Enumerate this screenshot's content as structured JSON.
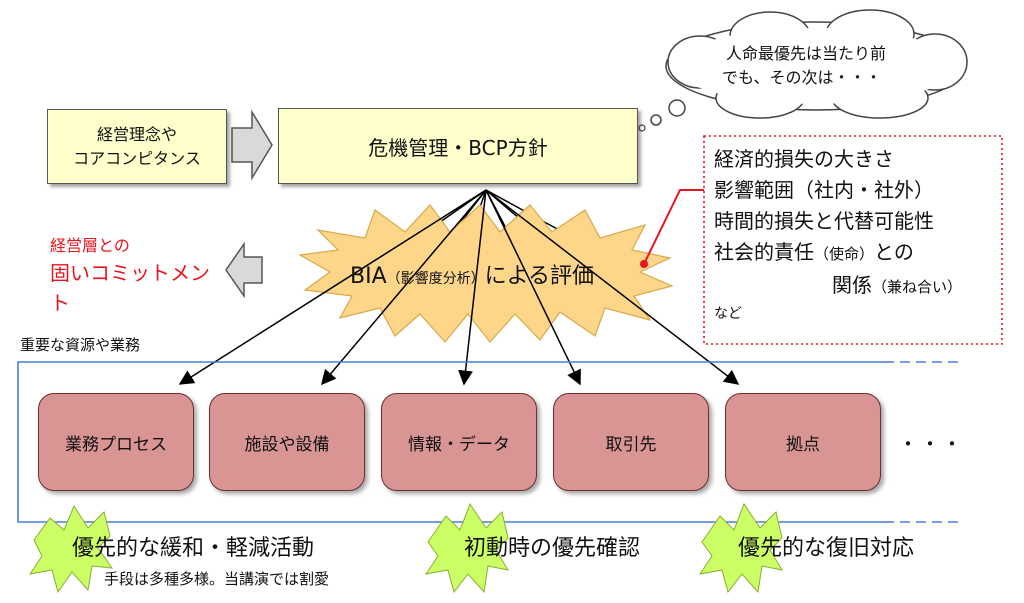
{
  "philosophy": {
    "line1": "経営理念や",
    "line2": "コアコンピタンス"
  },
  "policy": {
    "label": "危機管理・BCP方針"
  },
  "thought": {
    "line1": "人命最優先は当たり前",
    "line2": "でも、その次は・・・"
  },
  "criteria": {
    "items": [
      "経済的損失の大きさ",
      "影響範囲（社内・社外）",
      "時間的損失と代替可能性"
    ],
    "item4_main": "社会的責任",
    "item4_paren": "（使命）",
    "item4_tail": "との",
    "item5_main": "関係",
    "item5_paren": "（兼ね合い）",
    "etc": "など"
  },
  "bia": {
    "prefix": "BIA",
    "paren": "（影響度分析）",
    "suffix": "による評価"
  },
  "commitment": {
    "line1": "経営層との",
    "line2": "固いコミットメント"
  },
  "resources": {
    "title": "重要な資源や業務",
    "items": [
      "業務プロセス",
      "施設や設備",
      "情報・データ",
      "取引先",
      "拠点"
    ],
    "more": "・・・"
  },
  "actions": {
    "mitigation": "優先的な緩和・軽減活動",
    "mitigation_note": "手段は多種多様。当講演では割愛",
    "initial": "初動時の優先確認",
    "recovery": "優先的な復旧対応"
  },
  "colors": {
    "yellow_box": "#ffffcc",
    "burst_orange": "#fdd68a",
    "burst_green": "#ccff66",
    "resource_fill": "#d99594",
    "accent_red": "#e8141e",
    "frame_blue": "#4a7fd9"
  }
}
